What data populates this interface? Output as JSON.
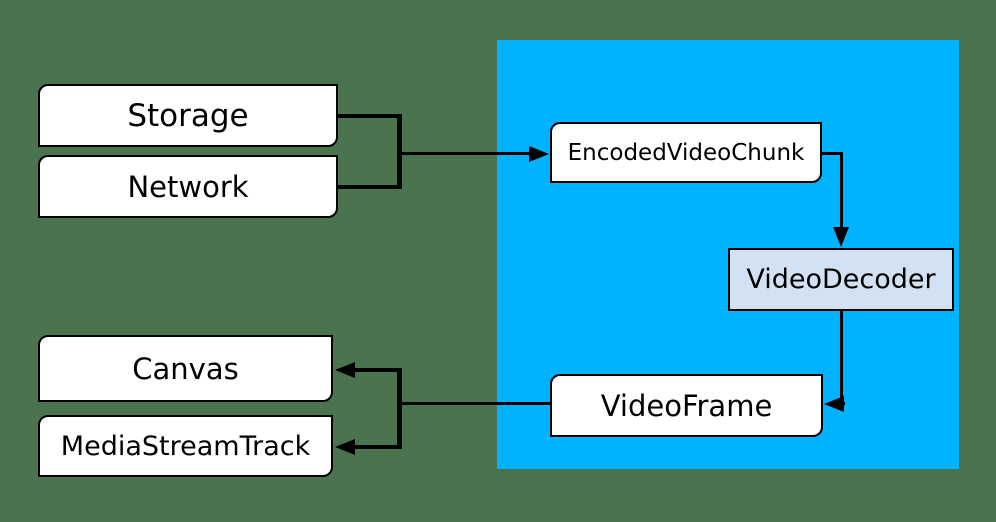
{
  "colors": {
    "background": "#4A7350",
    "panel": "#00B2FF",
    "node_fill": "#FFFFFF",
    "decoder_fill": "#D2E2F2",
    "line": "#000000"
  },
  "nodes": {
    "storage": {
      "label": "Storage"
    },
    "network": {
      "label": "Network"
    },
    "canvas": {
      "label": "Canvas"
    },
    "media_stream_track": {
      "label": "MediaStreamTrack"
    },
    "encoded_video_chunk": {
      "label": "EncodedVideoChunk"
    },
    "video_decoder": {
      "label": "VideoDecoder"
    },
    "video_frame": {
      "label": "VideoFrame"
    }
  }
}
